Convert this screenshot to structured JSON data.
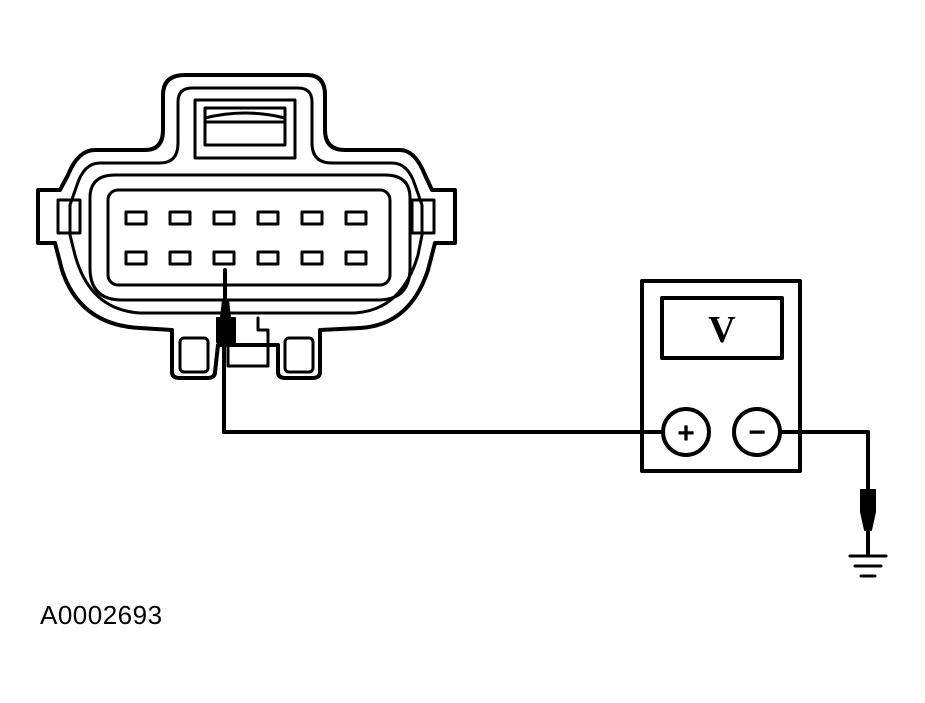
{
  "figure": {
    "id_label": "A0002693"
  },
  "meter": {
    "display_label": "V",
    "positive_symbol": "+",
    "negative_symbol": "−"
  },
  "connector": {
    "rows": 2,
    "pins_per_row": 6,
    "probed_pin": {
      "row": 2,
      "column": 3
    }
  },
  "colors": {
    "line": "#000000",
    "background": "#ffffff"
  }
}
